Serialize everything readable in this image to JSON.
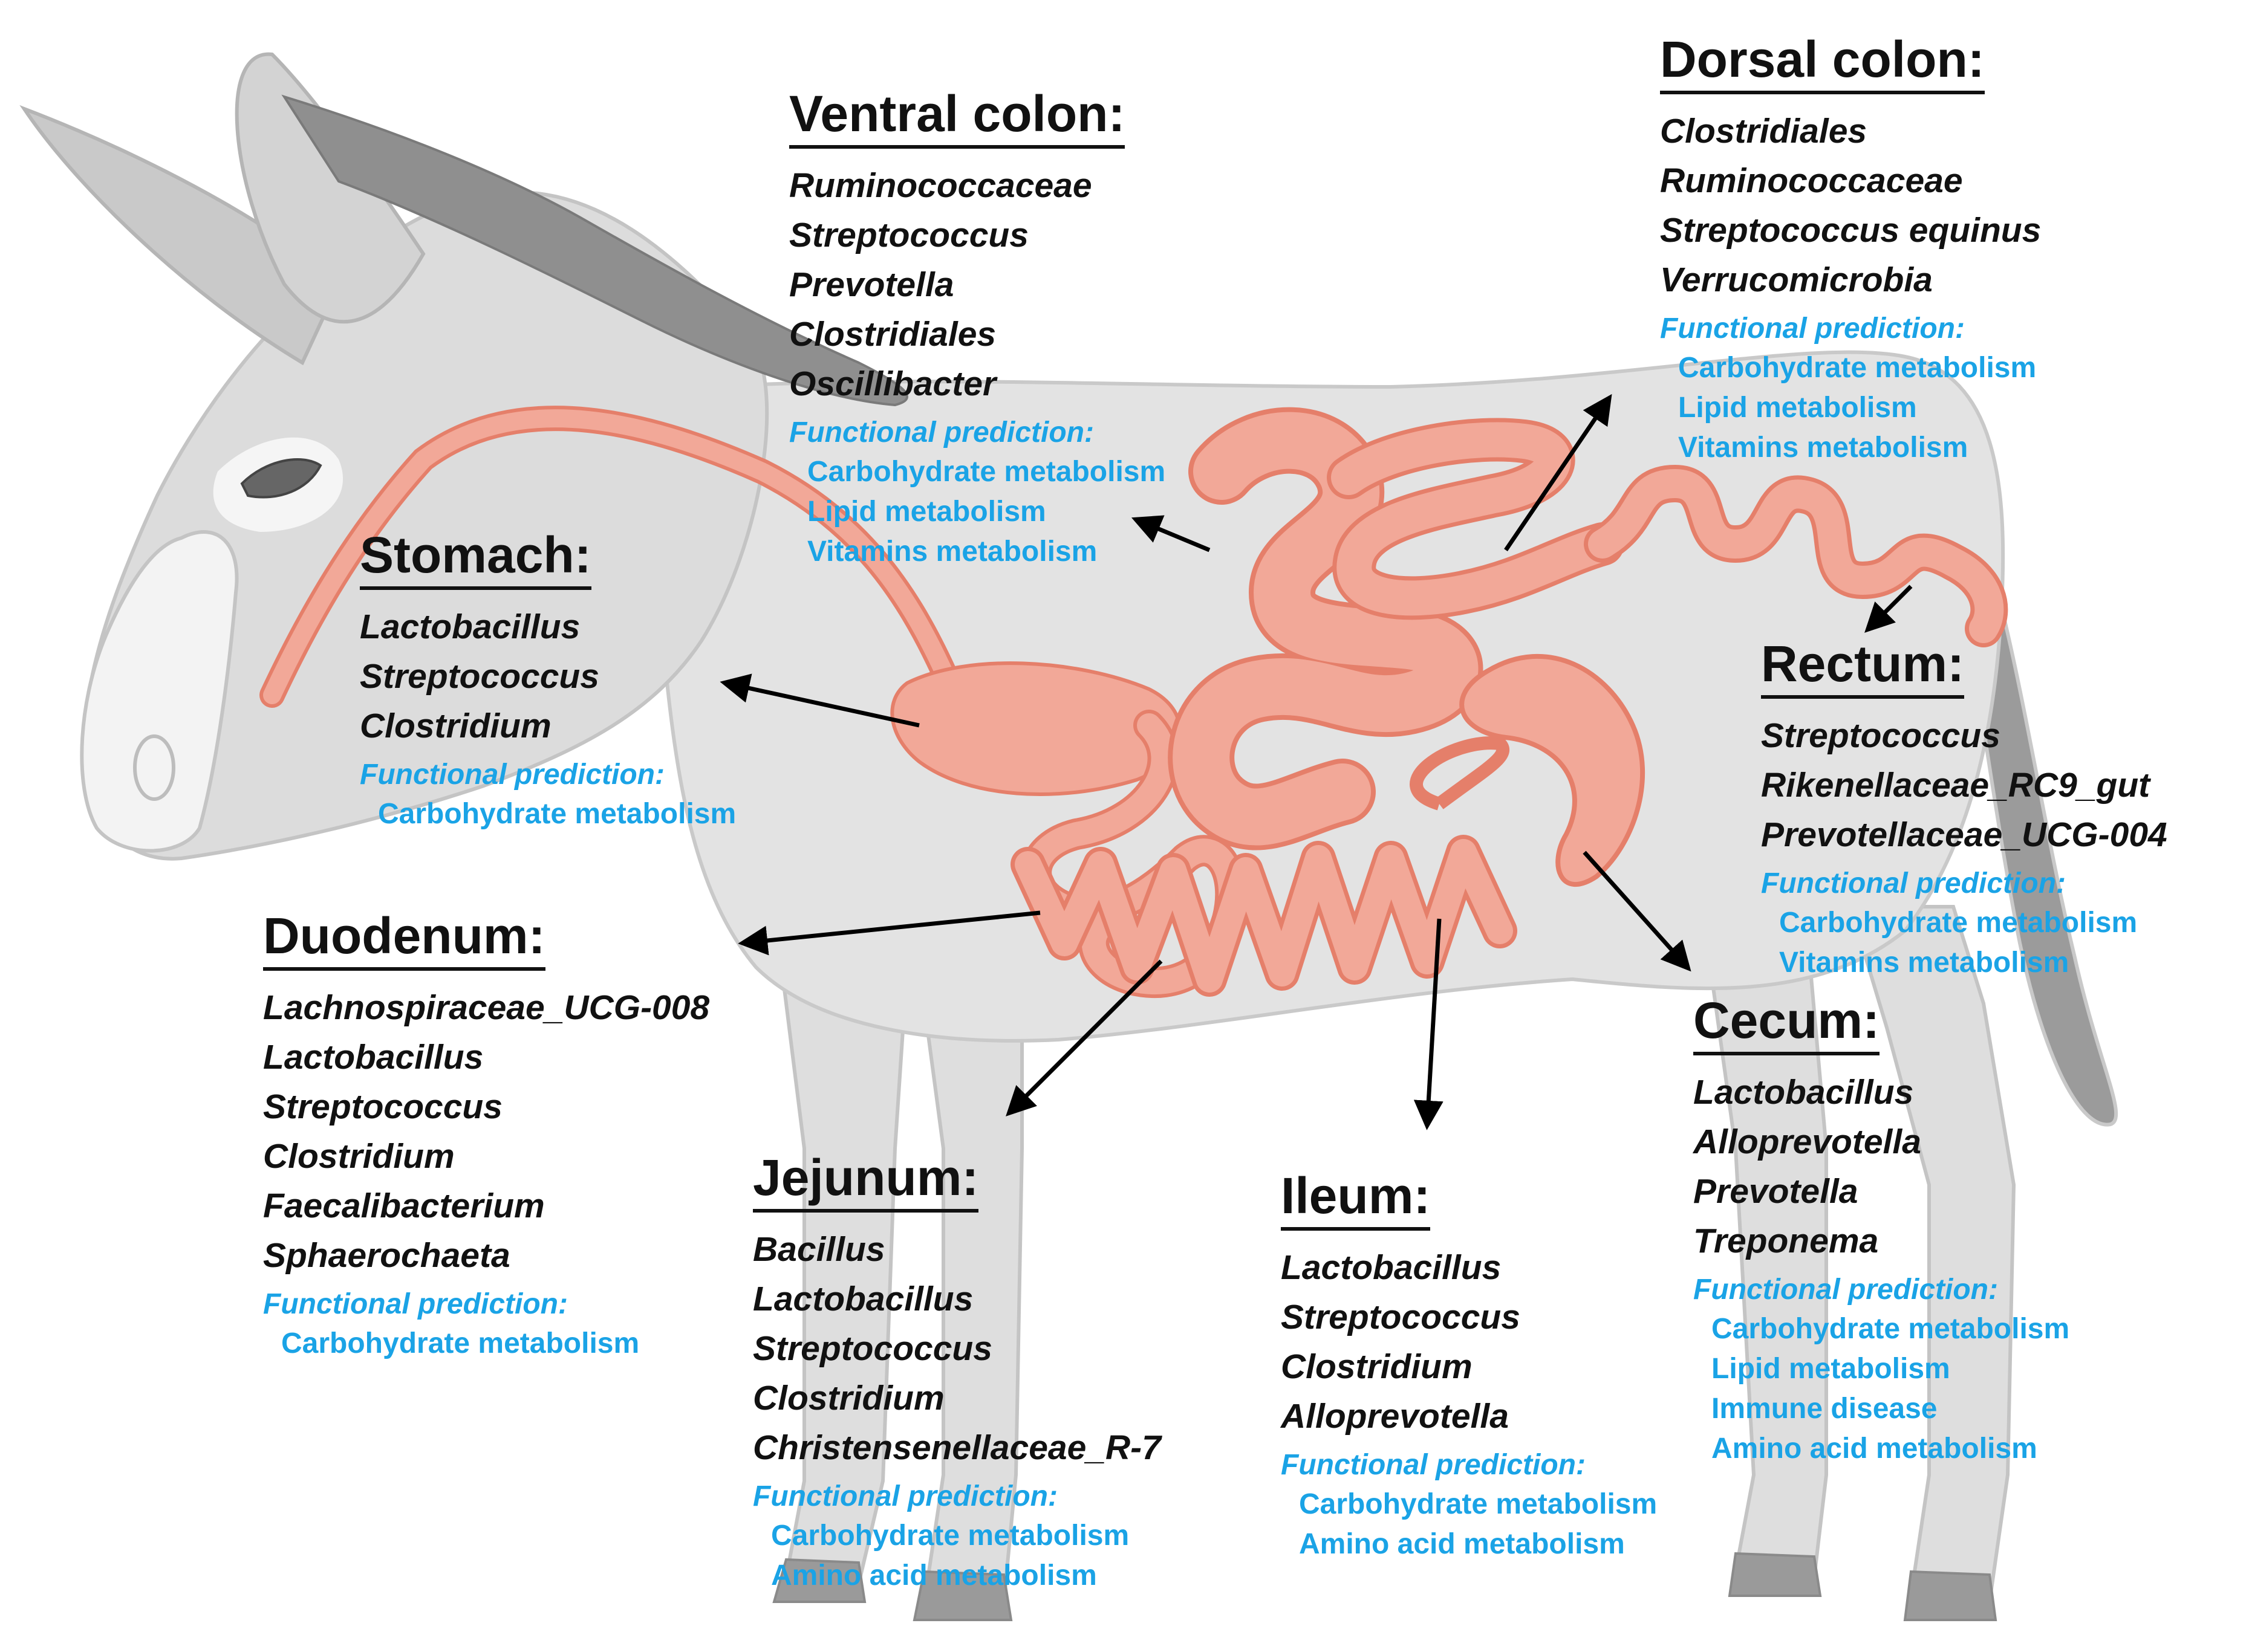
{
  "colors": {
    "heading": "#111111",
    "taxa": "#111111",
    "function": "#1aa3e6",
    "gut": "#f2a898",
    "gut_outline": "#e57f6a",
    "body": "#e3e3e3",
    "mane": "#8a8a8a"
  },
  "regions": [
    {
      "id": "ventral",
      "title": "Ventral colon:",
      "taxa": [
        "Ruminococcaceae",
        "Streptococcus",
        "Prevotella",
        "Clostridiales",
        "Oscillibacter"
      ],
      "func_head": "Functional prediction:",
      "functions": [
        "Carbohydrate metabolism",
        "Lipid metabolism",
        "Vitamins metabolism"
      ]
    },
    {
      "id": "dorsal",
      "title": "Dorsal colon:",
      "taxa": [
        "Clostridiales",
        "Ruminococcaceae",
        "Streptococcus equinus",
        "Verrucomicrobia"
      ],
      "func_head": "Functional prediction:",
      "functions": [
        "Carbohydrate metabolism",
        "Lipid metabolism",
        "Vitamins metabolism"
      ]
    },
    {
      "id": "stomach",
      "title": "Stomach:",
      "taxa": [
        "Lactobacillus",
        "Streptococcus",
        "Clostridium"
      ],
      "func_head": "Functional prediction:",
      "functions": [
        "Carbohydrate metabolism"
      ]
    },
    {
      "id": "rectum",
      "title": "Rectum:",
      "taxa": [
        "Streptococcus",
        "Rikenellaceae_RC9_gut",
        "Prevotellaceae_UCG-004"
      ],
      "func_head": "Functional prediction:",
      "functions": [
        "Carbohydrate metabolism",
        "Vitamins metabolism"
      ]
    },
    {
      "id": "duodenum",
      "title": "Duodenum:",
      "taxa": [
        "Lachnospiraceae_UCG-008",
        "Lactobacillus",
        "Streptococcus",
        "Clostridium",
        "Faecalibacterium",
        "Sphaerochaeta"
      ],
      "func_head": "Functional prediction:",
      "functions": [
        "Carbohydrate metabolism"
      ]
    },
    {
      "id": "cecum",
      "title": "Cecum:",
      "taxa": [
        "Lactobacillus",
        "Alloprevotella",
        "Prevotella",
        "Treponema"
      ],
      "func_head": "Functional prediction:",
      "functions": [
        "Carbohydrate metabolism",
        "Lipid metabolism",
        "Immune disease",
        "Amino acid metabolism"
      ]
    },
    {
      "id": "jejunum",
      "title": "Jejunum:",
      "taxa": [
        "Bacillus",
        "Lactobacillus",
        "Streptococcus",
        "Clostridium",
        "Christensenellaceae_R-7"
      ],
      "func_head": "Functional prediction:",
      "functions": [
        "Carbohydrate metabolism",
        "Amino acid metabolism"
      ]
    },
    {
      "id": "ileum",
      "title": "Ileum:",
      "taxa": [
        "Lactobacillus",
        "Streptococcus",
        "Clostridium",
        "Alloprevotella"
      ],
      "func_head": "Functional prediction:",
      "functions": [
        "Carbohydrate metabolism",
        "Amino acid metabolism"
      ]
    }
  ]
}
